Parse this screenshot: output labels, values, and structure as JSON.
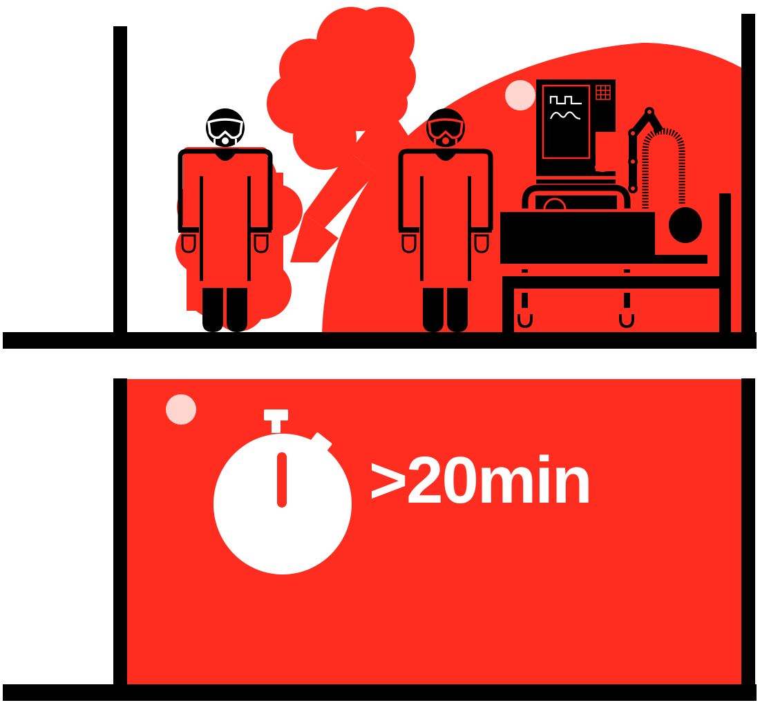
{
  "illustration": {
    "description": "Two-panel infographic: aerosol-generating procedure room with healthcare workers in PPE and a ventilated patient; bottom panel shows room contamination persisting over time",
    "colors": {
      "accent_red": "#FF2D20",
      "black": "#000000",
      "white": "#FFFFFF",
      "particle_pink": "#FFD5D0"
    },
    "top_panel": {
      "elements": [
        "left-wall",
        "right-wall",
        "floor",
        "aerosol-cloud",
        "aerosol-dome",
        "healthcare-worker-left",
        "healthcare-worker-right",
        "ventilator",
        "hospital-bed",
        "patient"
      ],
      "workers": [
        {
          "id": "worker-1",
          "ppe": [
            "goggles",
            "respirator",
            "gown",
            "gloves"
          ]
        },
        {
          "id": "worker-2",
          "ppe": [
            "goggles",
            "respirator",
            "gown",
            "gloves"
          ]
        }
      ]
    },
    "bottom_panel": {
      "timer_icon": "stopwatch-icon",
      "duration_label": ">20min"
    }
  }
}
